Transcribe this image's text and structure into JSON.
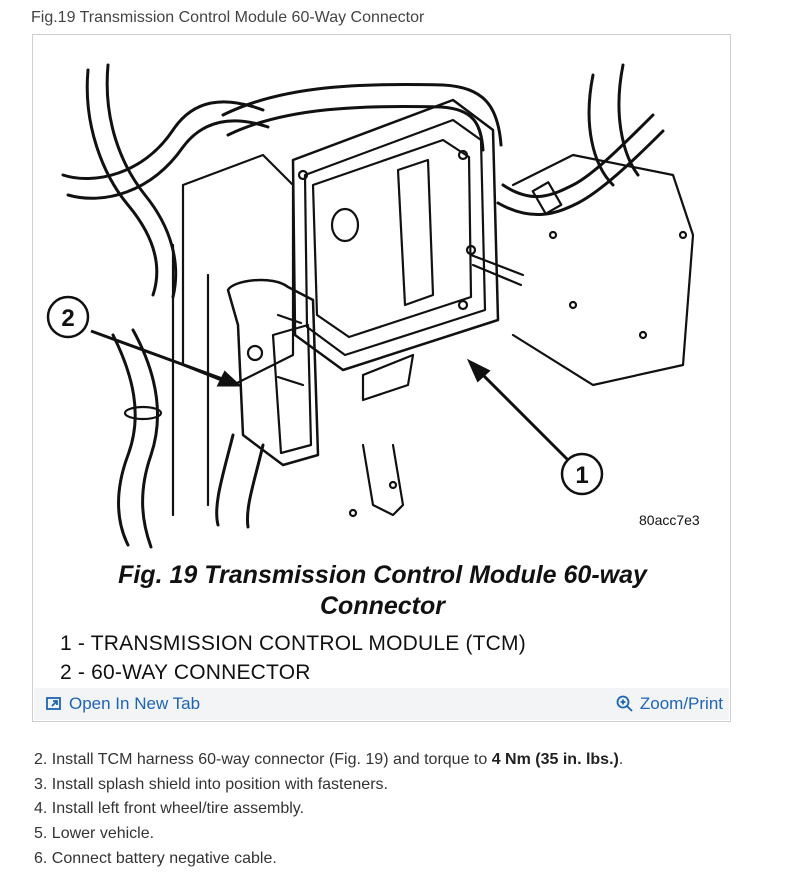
{
  "page": {
    "top_caption": "Fig.19 Transmission Control Module 60-Way Connector"
  },
  "figure": {
    "image_code": "80acc7e3",
    "callout_1": "1",
    "callout_2": "2",
    "title_line1": "Fig. 19 Transmission Control Module 60-way",
    "title_line2": "Connector",
    "legend": [
      "1 - TRANSMISSION CONTROL MODULE (TCM)",
      "2 - 60-WAY CONNECTOR"
    ],
    "open_new_tab_label": "Open In New Tab",
    "zoom_print_label": "Zoom/Print"
  },
  "steps": {
    "s2_pre": "2. Install TCM harness 60-way connector (Fig. 19) and torque to ",
    "s2_bold": "4 Nm (35 in. lbs.)",
    "s2_post": ".",
    "s3": "3. Install splash shield into position with fasteners.",
    "s4": "4. Install left front wheel/tire assembly.",
    "s5": "5. Lower vehicle.",
    "s6": "6. Connect battery negative cable."
  },
  "colors": {
    "link": "#1e64b4",
    "footer_bg": "#f2f4f6",
    "frame_border": "#cfcfcf"
  }
}
